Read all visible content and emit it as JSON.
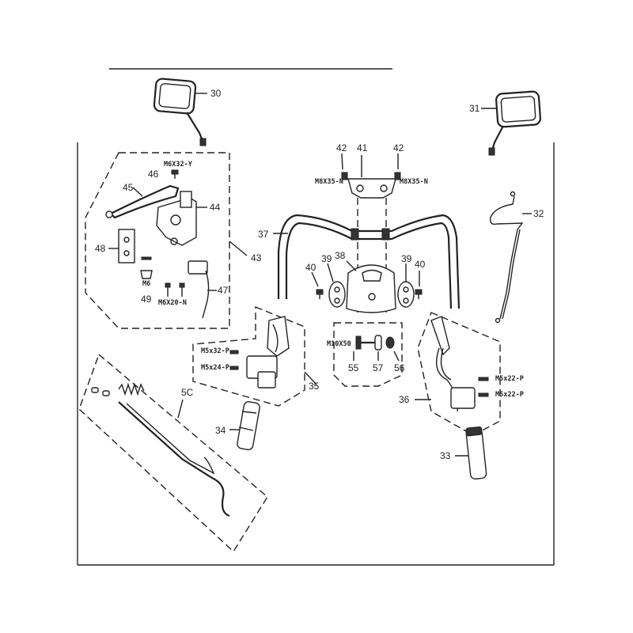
{
  "parts": {
    "p30": "30",
    "p31": "31",
    "p32": "32",
    "p33": "33",
    "p34": "34",
    "p35": "35",
    "p36": "36",
    "p37": "37",
    "p38": "38",
    "p39": "39",
    "p40": "40",
    "p41": "41",
    "p42": "42",
    "p43": "43",
    "p44": "44",
    "p45": "45",
    "p46": "46",
    "p47": "47",
    "p48": "48",
    "p49": "49",
    "p50": "5C",
    "p55": "55",
    "p56": "56",
    "p57": "57"
  },
  "specs": {
    "m6x32y": "M6X32-Y",
    "m6": "M6",
    "m6x20n": "M6X20-N",
    "m8x35n": "M8X35-N",
    "m10x50": "M10X50",
    "m5x32p": "M5x32-P",
    "m5x24p": "M5x24-P",
    "m5x22p": "M5x22-P"
  }
}
